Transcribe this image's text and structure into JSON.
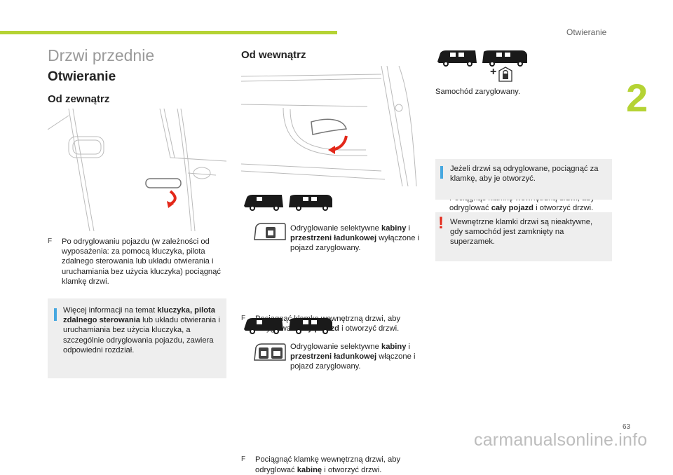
{
  "header": {
    "section_name": "Otwieranie",
    "chapter_number": "2",
    "page_number": "63",
    "footer_watermark": "carmanualsonline.info"
  },
  "colors": {
    "accent": "#b5d334",
    "info": "#47a8e0",
    "warning": "#e3281a",
    "arrow": "#e3281a",
    "box_bg": "#eeeeee"
  },
  "left": {
    "page_title": "Drzwi przednie",
    "heading": "Otwieranie",
    "subheading": "Od zewnątrz",
    "bullet_text": "Po odryglowaniu pojazdu (w zależności od wyposażenia: za pomocą kluczyka, pilota zdalnego sterowania lub układu otwierania i uruchamiania bez użycia kluczyka) pociągnąć klamkę drzwi.",
    "info_box": {
      "pre": "Więcej informacji na temat ",
      "bold": "kluczyka, pilota zdalnego sterowania",
      "post": " lub układu otwierania i uruchamiania bez użycia kluczyka, a szczególnie odryglowania pojazdu, zawiera odpowiedni rozdział."
    }
  },
  "middle": {
    "heading": "Od wewnątrz",
    "caption1": {
      "pre": "Odryglowanie selektywne ",
      "bold1": "kabiny",
      "mid": " i ",
      "bold2": "przestrzeni ładunkowej",
      "post": " wyłączone i pojazd zaryglowany."
    },
    "bullet1": {
      "pre": "Pociągnąć klamkę wewnętrzną drzwi, aby odryglować ",
      "bold": "cały pojazd",
      "post": " i otworzyć drzwi."
    },
    "caption2": {
      "pre": "Odryglowanie selektywne ",
      "bold1": "kabiny",
      "mid": " i ",
      "bold2": "przestrzeni ładunkowej",
      "post": " włączone i pojazd zaryglowany."
    },
    "bullet2": {
      "pre": "Pociągnąć klamkę wewnętrzną drzwi, aby odryglować ",
      "bold": "kabinę",
      "post": " i otworzyć drzwi."
    }
  },
  "right": {
    "plus_sign": "+",
    "status_text": "Samochód zaryglowany.",
    "bullet": {
      "pre": "Pociągnąć klamkę wewnętrzną drzwi, aby odryglować ",
      "bold": "cały pojazd",
      "post": " i otworzyć drzwi."
    },
    "info_box": "Jeżeli drzwi są odryglowane, pociągnąć za klamkę, aby je otworzyć.",
    "warning_box": "Wewnętrzne klamki drzwi są nieaktywne, gdy samochód jest zamknięty na superzamek."
  },
  "icons": {
    "bullet_marker": "F",
    "info_marker": "info-bar-icon",
    "warning_marker": "!"
  }
}
